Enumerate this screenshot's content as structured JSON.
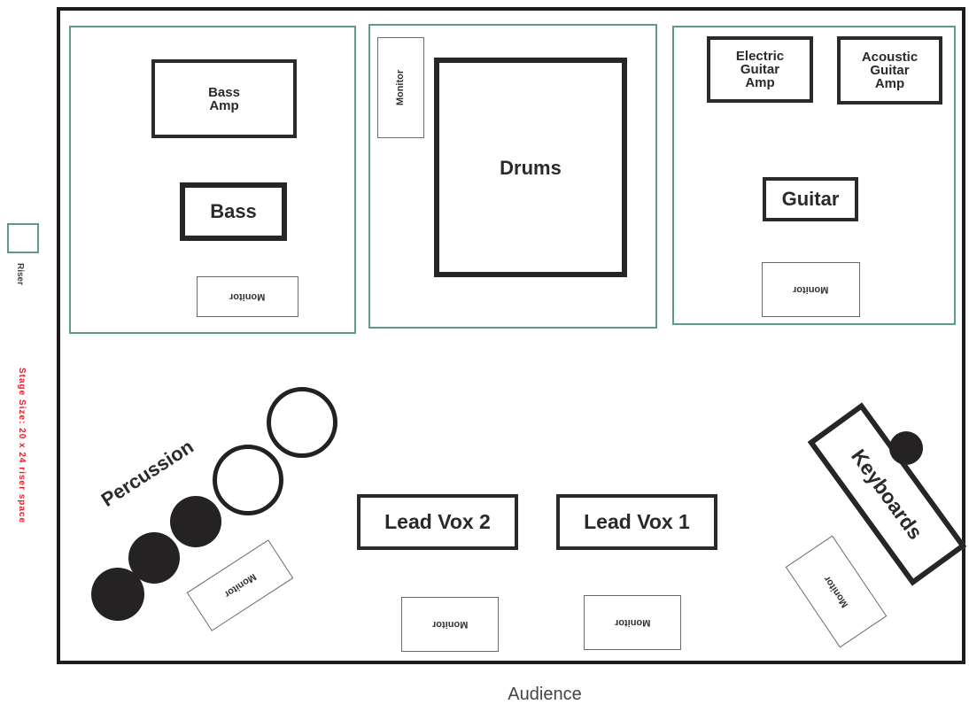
{
  "legend": {
    "riser_label": "Riser",
    "stage_size": "Stage Size: 20 x 24 riser space"
  },
  "audience_label": "Audience",
  "colors": {
    "riser_border": "#5e9a86",
    "stage_size_text": "#e0202a",
    "outline": "#262626"
  },
  "bass_area": {
    "amp_label": "Bass\nAmp",
    "instrument_label": "Bass",
    "monitor_label": "Monitor"
  },
  "drum_area": {
    "monitor_label": "Monitor",
    "instrument_label": "Drums"
  },
  "guitar_area": {
    "electric_amp_label": "Electric\nGuitar\nAmp",
    "acoustic_amp_label": "Acoustic\nGuitar\nAmp",
    "instrument_label": "Guitar",
    "monitor_label": "Monitor"
  },
  "percussion": {
    "label": "Percussion",
    "monitor_label": "Monitor"
  },
  "vocals": {
    "lead_vox_2": "Lead Vox 2",
    "lead_vox_1": "Lead Vox 1",
    "monitor_2_label": "Monitor",
    "monitor_1_label": "Monitor"
  },
  "keyboards": {
    "label": "Keyboards",
    "monitor_label": "Monitor"
  }
}
